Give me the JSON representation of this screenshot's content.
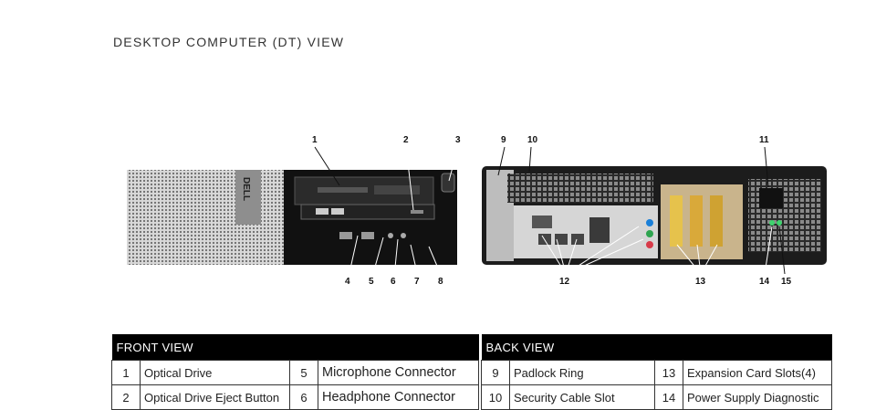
{
  "heading": "DESKTOP COMPUTER (DT) VIEW",
  "front_callouts": [
    "1",
    "2",
    "3",
    "4",
    "5",
    "6",
    "7",
    "8"
  ],
  "back_callouts": [
    "9",
    "10",
    "11",
    "12",
    "13",
    "14",
    "15"
  ],
  "brand_logo": "DELL",
  "front_table": {
    "header": "FRONT VIEW",
    "rows": [
      {
        "n1": "1",
        "l1": "Optical Drive",
        "n2": "5",
        "l2": "Microphone Connector"
      },
      {
        "n1": "2",
        "l1": "Optical Drive Eject Button",
        "n2": "6",
        "l2": "Headphone Connector"
      }
    ]
  },
  "back_table": {
    "header": "BACK VIEW",
    "rows": [
      {
        "n1": "9",
        "l1": "Padlock Ring",
        "n2": "13",
        "l2": "Expansion Card Slots(4)"
      },
      {
        "n1": "10",
        "l1": "Security Cable Slot",
        "n2": "14",
        "l2": "Power Supply Diagnostic"
      }
    ]
  }
}
